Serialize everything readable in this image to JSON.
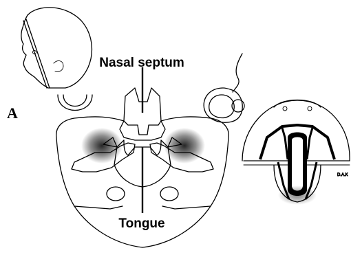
{
  "figure": {
    "panel_label": "A",
    "labels": {
      "nasal_septum": "Nasal septum",
      "tongue": "Tongue"
    },
    "initials": "D.A.K",
    "colors": {
      "ink": "#000000",
      "background": "#ffffff",
      "shading": "#3a3a3a"
    }
  }
}
